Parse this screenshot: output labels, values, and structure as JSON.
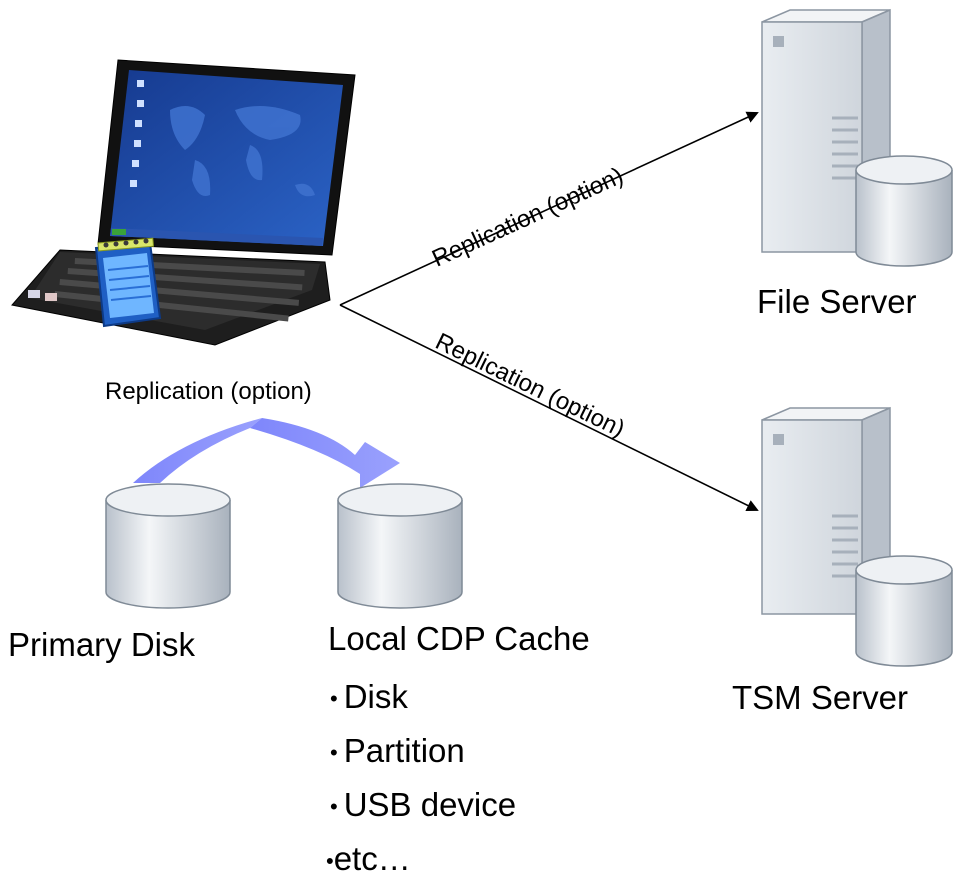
{
  "labels": {
    "replication_top": "Replication (option)",
    "replication_bottom": "Replication (option)",
    "replication_local": "Replication (option)",
    "file_server": "File Server",
    "tsm_server": "TSM Server",
    "primary_disk": "Primary Disk",
    "local_cache": "Local CDP Cache"
  },
  "cache_options": [
    {
      "bullet": "•",
      "text": "Disk"
    },
    {
      "bullet": "•",
      "text": "Partition"
    },
    {
      "bullet": "•",
      "text": "USB device"
    },
    {
      "bullet": "•",
      "text": "etc…"
    }
  ],
  "colors": {
    "server_body": "#dfe4ea",
    "disk_body": "#dde3ea",
    "replication_arrow": "#7c84fb",
    "laptop_screen": "#1d3f9a",
    "connector_line": "#000000"
  },
  "icons": [
    "laptop-icon",
    "notepad-icon",
    "server-icon",
    "disk-icon"
  ]
}
